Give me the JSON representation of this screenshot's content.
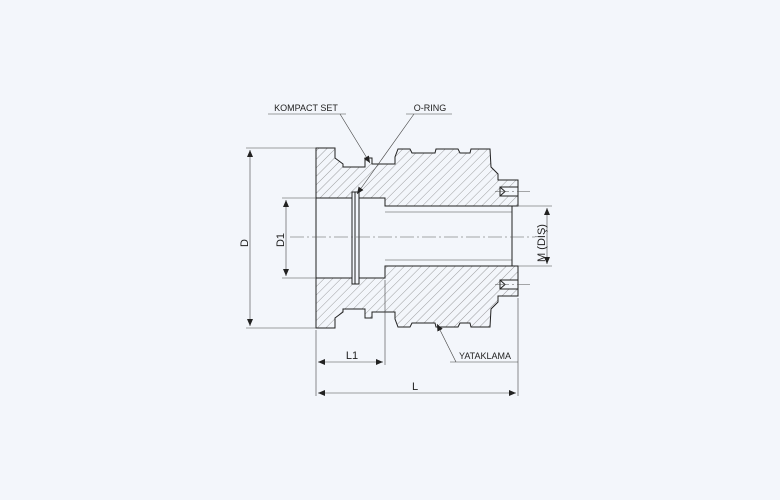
{
  "labels": {
    "kompact_set": "KOMPACT SET",
    "o_ring": "O-RING",
    "yataklama": "YATAKLAMA"
  },
  "dimensions": {
    "d": "D",
    "d1": "D1",
    "m_dis": "M (DİŞ)",
    "l1": "L1",
    "l": "L"
  },
  "colors": {
    "background": "#f3f6fb",
    "line": "#222222",
    "hatch": "#777777"
  }
}
